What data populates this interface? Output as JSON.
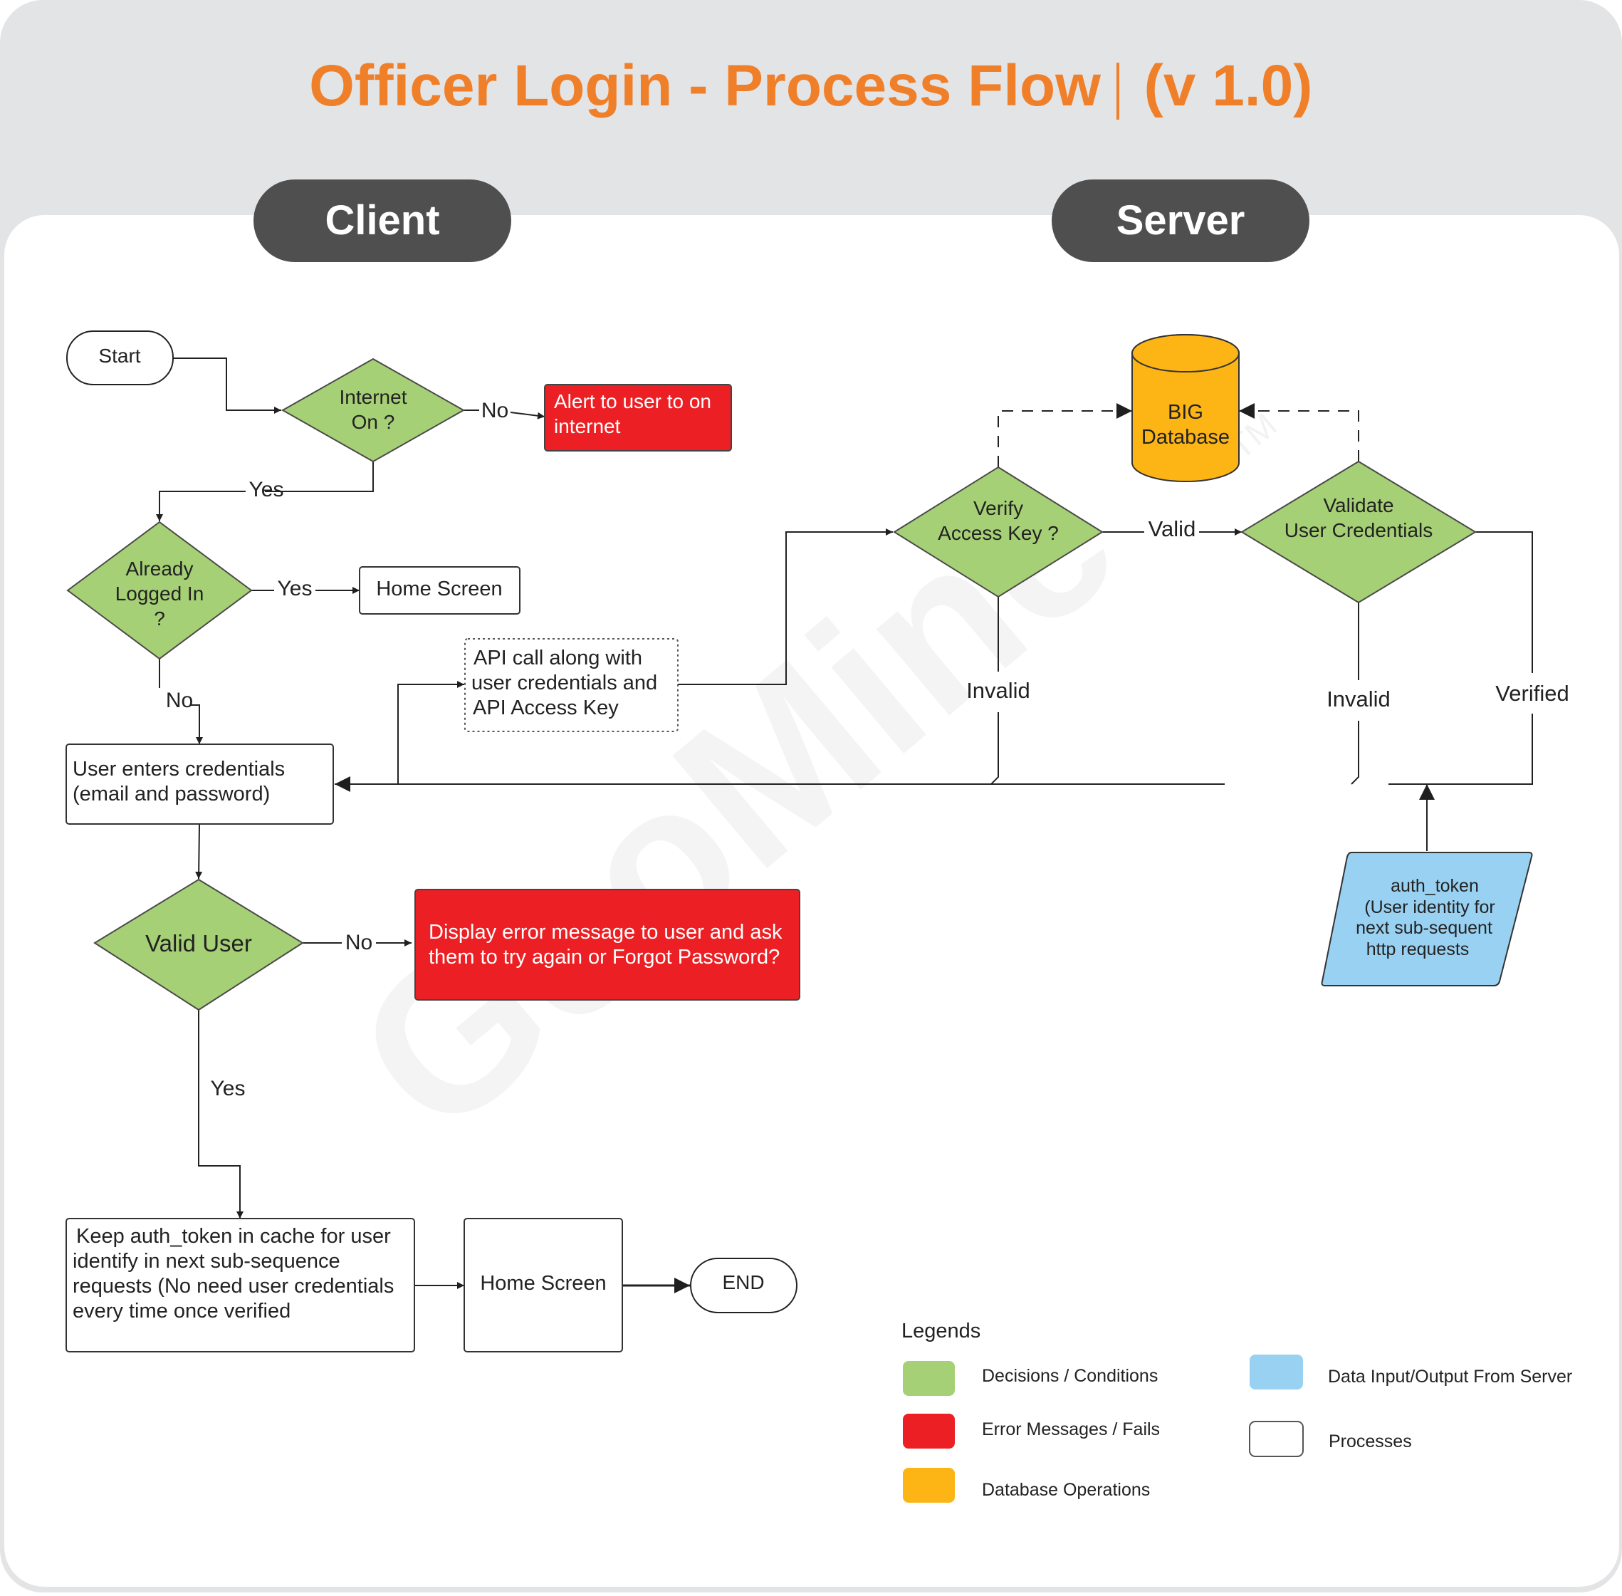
{
  "title": "Officer Login - Process Flow",
  "version": "(v 1.0)",
  "lanes": {
    "client": "Client",
    "server": "Server"
  },
  "watermark": "GeoMine",
  "watermark_tm": "TM",
  "colors": {
    "title_orange": "#F07F2A",
    "header_gray": "#E3E4E6",
    "lane_pill": "#4F4F50",
    "decision_green": "#A6D075",
    "error_red": "#EC2024",
    "database_orange": "#FDB515",
    "data_blue": "#99D1F2",
    "process_white": "#FFFFFF"
  },
  "nodes": {
    "start": "Start",
    "internet": [
      "Internet",
      "On ?"
    ],
    "alert": [
      "Alert to user to on",
      "internet"
    ],
    "logged": [
      "Already",
      "Logged In",
      "?"
    ],
    "home1": "Home Screen",
    "api": [
      "API call along with",
      "user credentials and",
      "API Access Key"
    ],
    "creds": [
      "User enters credentials",
      "(email and password)"
    ],
    "valid_user": "Valid User",
    "error_msg": [
      "Display error message to user and ask",
      "them to try again or Forgot Password?"
    ],
    "keep": [
      "Keep auth_token in cache for user",
      "identify in next sub-sequence",
      "requests (No need user credentials",
      "every time once verified"
    ],
    "home2": "Home Screen",
    "end": "END",
    "database": [
      "BIG",
      "Database"
    ],
    "verify": [
      "Verify",
      "Access Key ?"
    ],
    "validate": [
      "Validate",
      "User Credentials"
    ],
    "auth": [
      "auth_token",
      "(User identity for",
      "next sub-sequent",
      "http requests"
    ]
  },
  "edge_labels": {
    "no_internet": "No",
    "yes_internet": "Yes",
    "yes_logged": "Yes",
    "no_logged": "No",
    "no_valid": "No",
    "yes_valid": "Yes",
    "valid": "Valid",
    "invalid_verify": "Invalid",
    "invalid_validate": "Invalid",
    "verified": "Verified"
  },
  "legend": {
    "title": "Legends",
    "items": [
      {
        "label": "Decisions / Conditions",
        "color": "#A6D075"
      },
      {
        "label": "Error Messages / Fails",
        "color": "#EC2024"
      },
      {
        "label": "Database Operations",
        "color": "#FDB515"
      },
      {
        "label": "Data Input/Output From Server",
        "color": "#99D1F2"
      },
      {
        "label": "Processes",
        "color": "#FFFFFF"
      }
    ]
  }
}
